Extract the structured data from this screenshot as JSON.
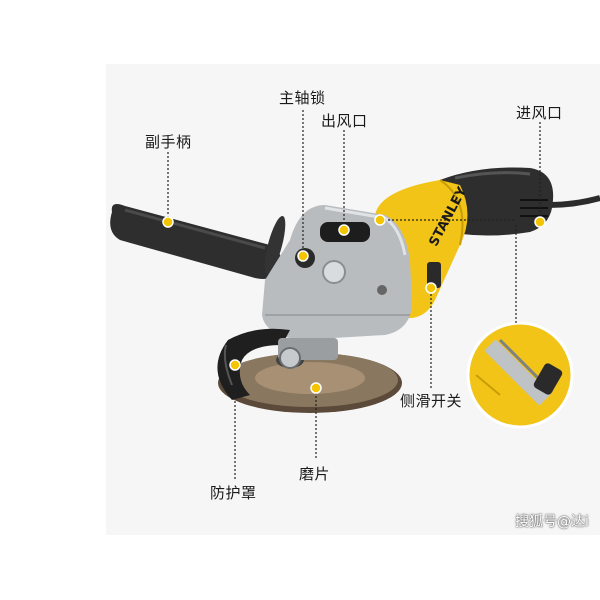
{
  "labels": {
    "main_shaft_lock": "主轴锁",
    "air_outlet": "出风口",
    "air_inlet": "进风口",
    "side_handle": "副手柄",
    "side_slide_switch": "侧滑开关",
    "guard": "防护罩",
    "disc": "磨片"
  },
  "brand": "STANLEY",
  "watermark": "搜狐号@达i",
  "colors": {
    "body_yellow": "#f2c418",
    "housing_grey": "#b8bcbf",
    "handle_black": "#2e2e2e",
    "marker_yellow": "#f5c400",
    "panel_bg": "#f6f6f6"
  }
}
